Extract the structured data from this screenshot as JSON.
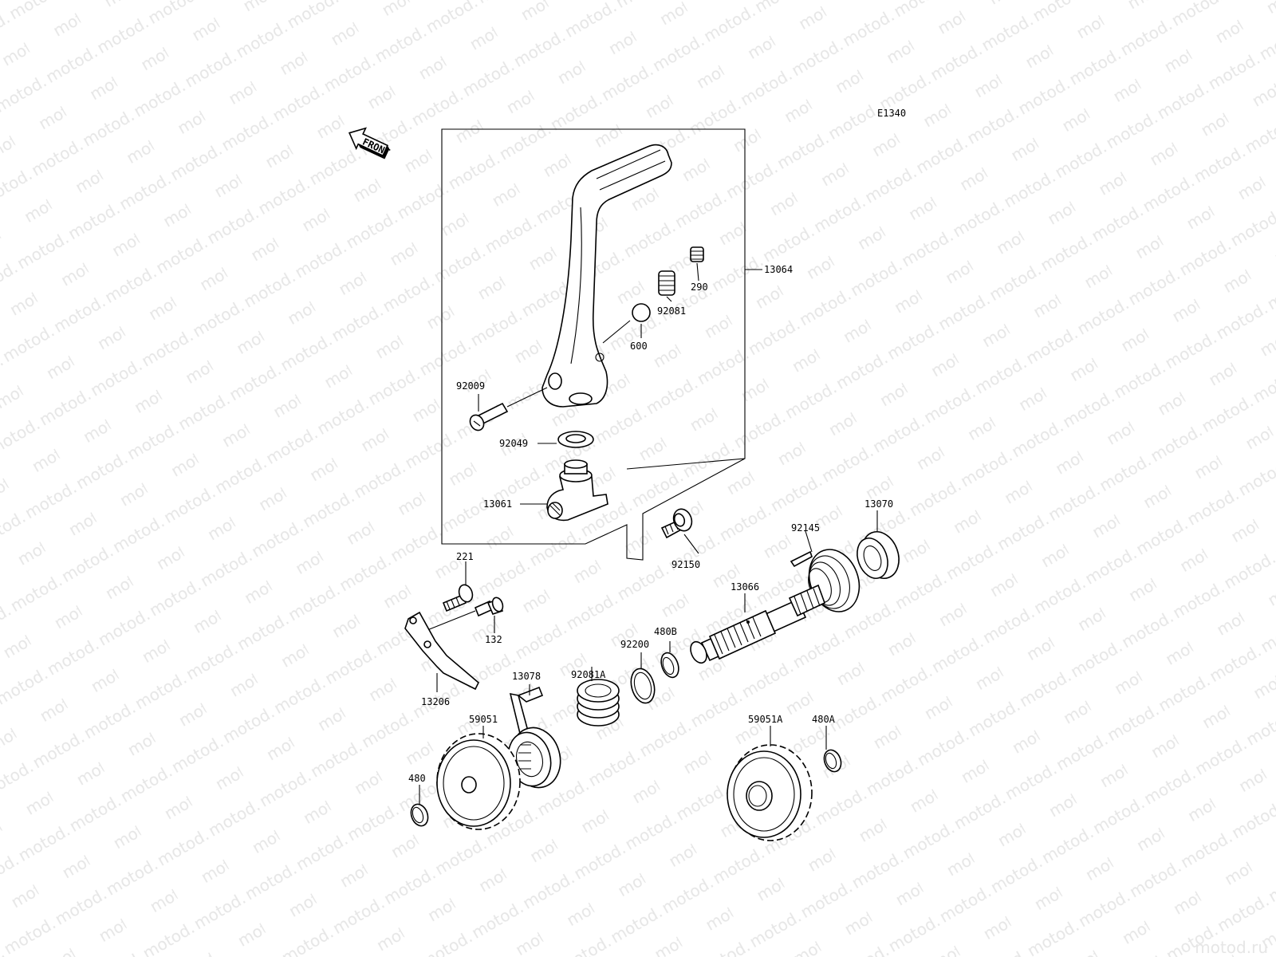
{
  "watermark": "motod.ru",
  "diagram_code": "E1340",
  "front_label": "FRONT",
  "parts": {
    "kick_pedal_assy": "13064",
    "spring_290": "290",
    "spring_92081": "92081",
    "ball": "600",
    "bolt_92009": "92009",
    "seal_92049": "92049",
    "kick_pedal_shaft": "13061",
    "bolt_92150": "92150",
    "spring_92145": "92145",
    "guide_13070": "13070",
    "bolt_221": "221",
    "bolt_132": "132",
    "plate_13206": "13206",
    "kick_shaft": "13066",
    "circlip_480B": "480B",
    "washer_92200": "92200",
    "spring_92081A": "92081A",
    "ratchet_13078": "13078",
    "gear_59051": "59051",
    "circlip_480": "480",
    "gear_59051A": "59051A",
    "circlip_480A": "480A"
  }
}
